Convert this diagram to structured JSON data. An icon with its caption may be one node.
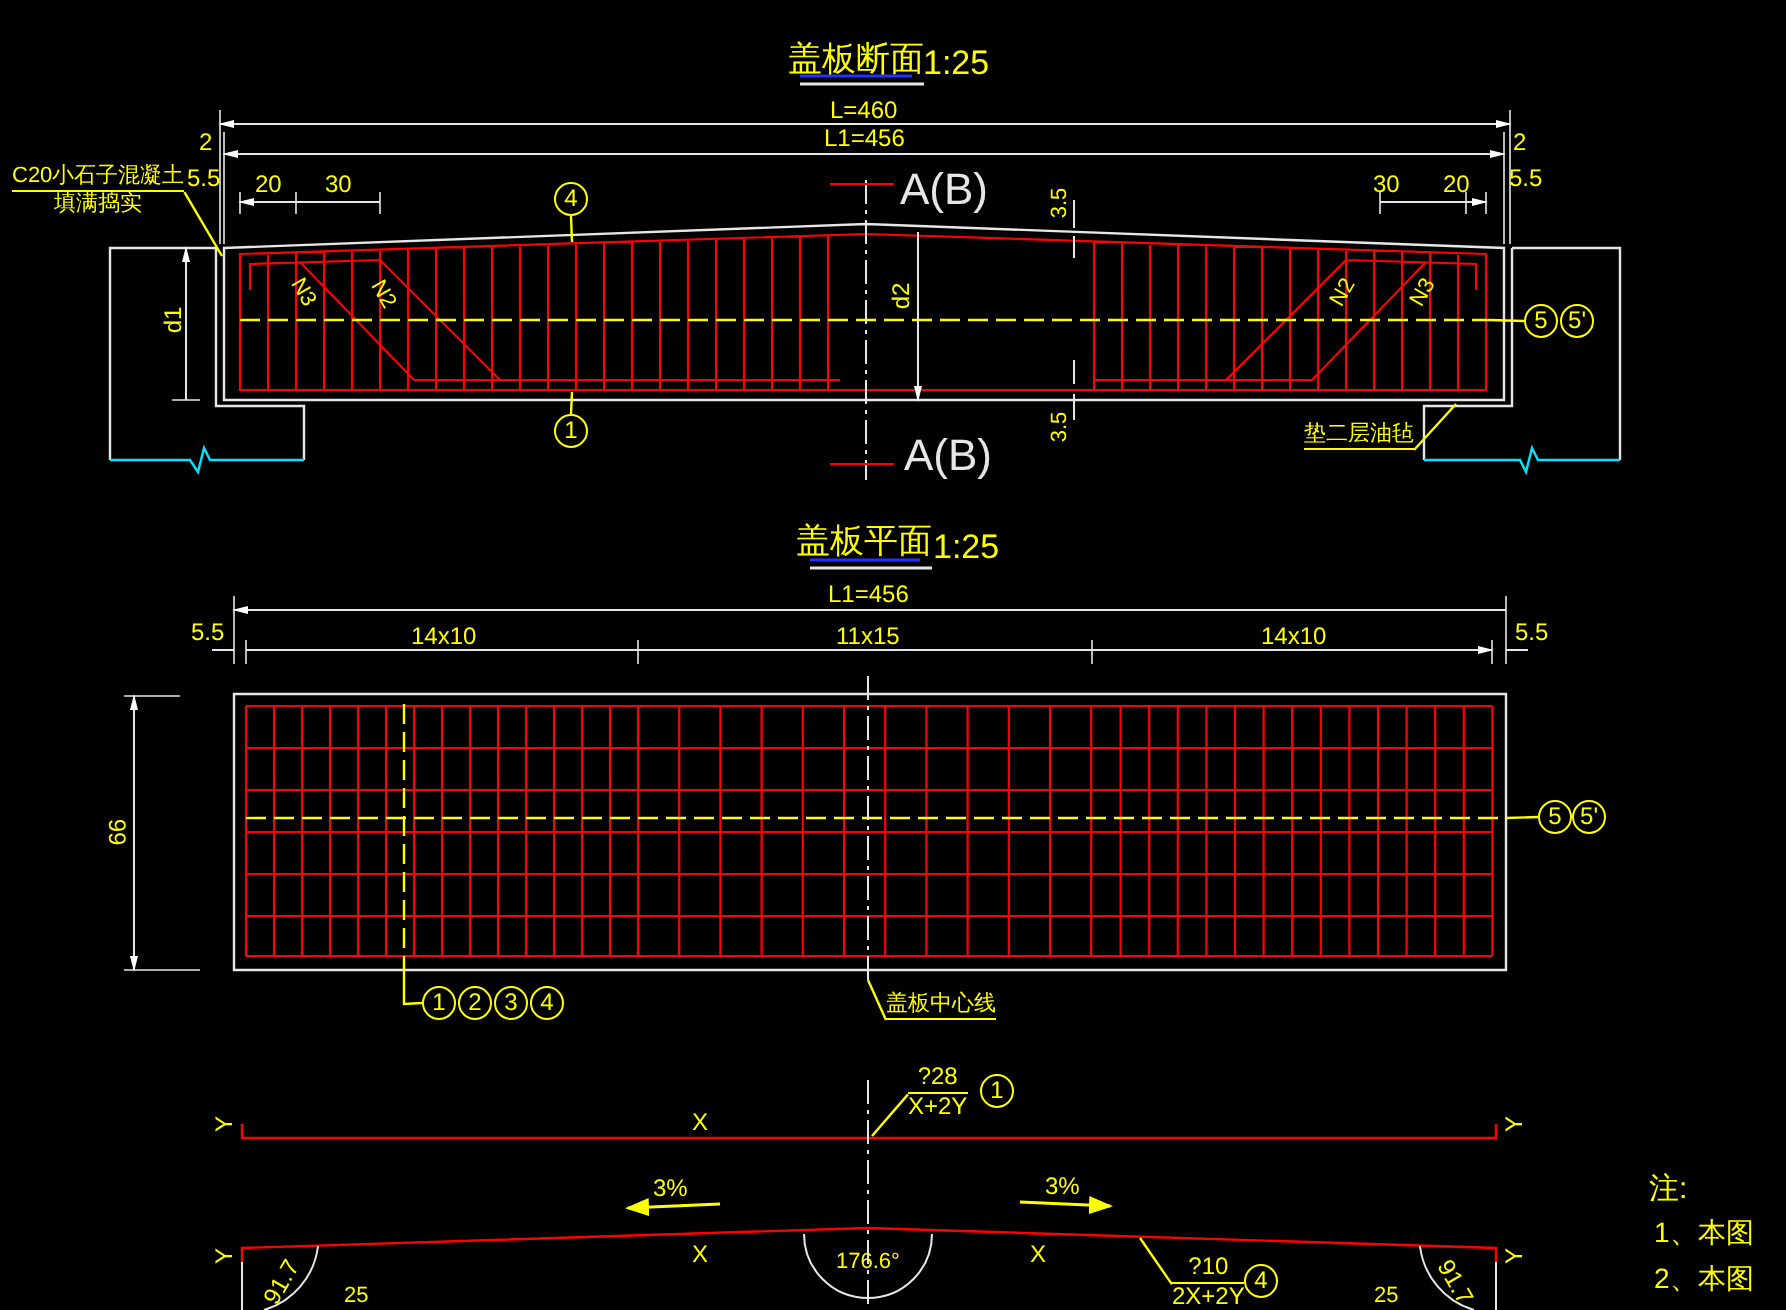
{
  "diagram": {
    "nodes": [
      {
        "text": [
          "C20小石子混凝土",
          "填满捣实"
        ]
      },
      {
        "text": [
          "4"
        ]
      },
      {
        "text": [
          "1"
        ]
      },
      {
        "text": [
          "5"
        ]
      },
      {
        "text": [
          "5'"
        ]
      },
      {
        "text": [
          "垫二层油毡"
        ]
      },
      {
        "text": [
          "1"
        ]
      },
      {
        "text": [
          "2"
        ]
      },
      {
        "text": [
          "3"
        ]
      },
      {
        "text": [
          "4"
        ]
      },
      {
        "text": [
          "5"
        ]
      },
      {
        "text": [
          "5'"
        ]
      },
      {
        "text": [
          "盖板中心线"
        ]
      },
      {
        "text": [
          "?28",
          "X+2Y"
        ]
      },
      {
        "text": [
          "1"
        ]
      },
      {
        "text": [
          "?10",
          "2X+2Y"
        ]
      },
      {
        "text": [
          "4"
        ]
      }
    ],
    "edges": [
      {
        "from": 0,
        "to": null,
        "arrow": "none"
      },
      {
        "from": 1,
        "to": null,
        "arrow": "none"
      },
      {
        "from": 2,
        "to": null,
        "arrow": "none"
      },
      {
        "from": 3,
        "to": null,
        "arrow": "none"
      },
      {
        "from": 5,
        "to": null,
        "arrow": "none"
      },
      {
        "from": 6,
        "to": null,
        "arrow": "none"
      },
      {
        "from": 10,
        "to": null,
        "arrow": "none"
      },
      {
        "from": 12,
        "to": null,
        "arrow": "none"
      },
      {
        "from": 13,
        "to": null,
        "arrow": "none"
      },
      {
        "from": 15,
        "to": null,
        "arrow": "none"
      }
    ],
    "labels": [
      "盖板断面",
      "1:25",
      "L=460",
      "2",
      "L1=456",
      "2",
      "5.5",
      "20",
      "30",
      "30",
      "20",
      "5.5",
      "A(B)",
      "3.5",
      "N3",
      "N2",
      "N2",
      "N3",
      "d1",
      "d2",
      "3.5",
      "A(B)",
      "盖板平面",
      "1:25",
      "L1=456",
      "5.5",
      "14x10",
      "11x15",
      "14x10",
      "5.5",
      "99",
      "Y",
      "X",
      "Y",
      "3%",
      "X",
      "176.6°",
      "X",
      "3%",
      "Y",
      "Y",
      "91.7",
      "25",
      "91.7",
      "25",
      "注:",
      "1、本图",
      "2、本图"
    ]
  }
}
